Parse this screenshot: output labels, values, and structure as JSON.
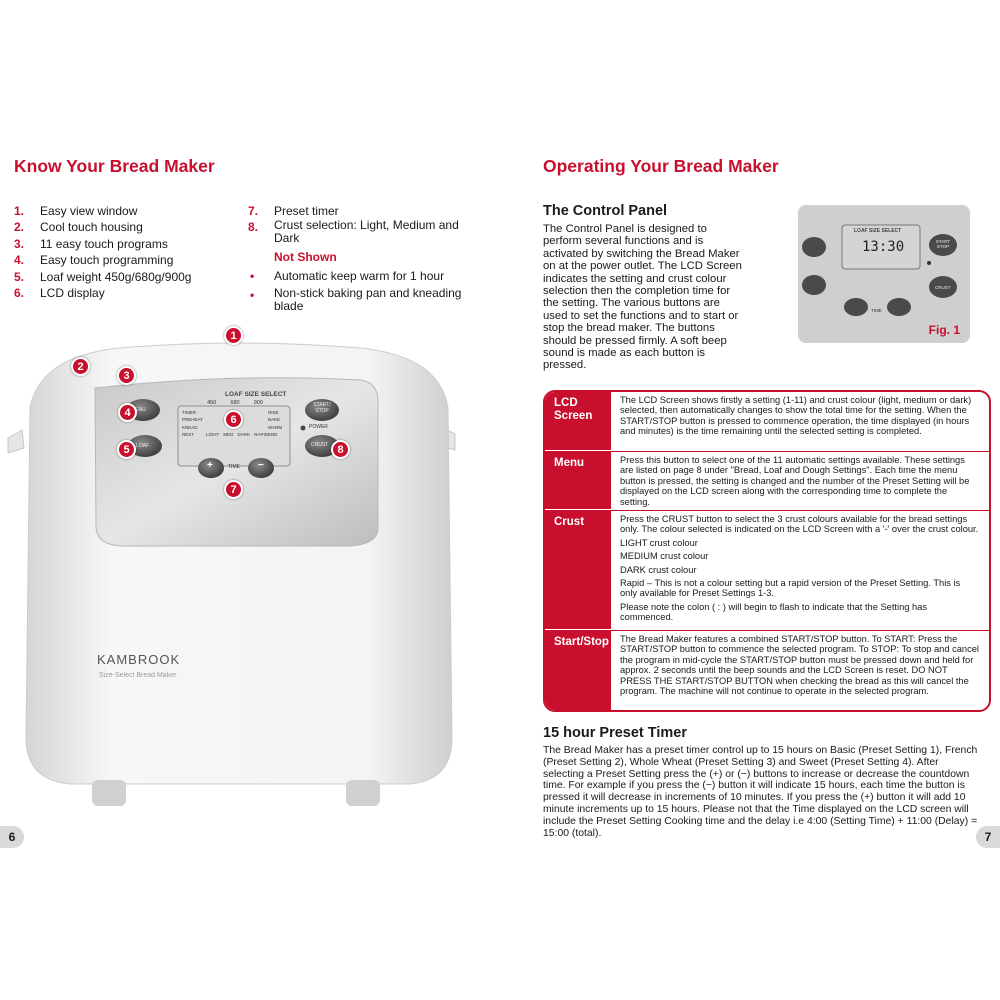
{
  "left_page": {
    "heading": "Know Your Bread Maker",
    "features_col1": [
      {
        "num": "1.",
        "text": "Easy view window"
      },
      {
        "num": "2.",
        "text": "Cool touch housing"
      },
      {
        "num": "3.",
        "text": "11 easy touch programs"
      },
      {
        "num": "4.",
        "text": "Easy touch programming"
      },
      {
        "num": "5.",
        "text": "Loaf weight 450g/680g/900g"
      },
      {
        "num": "6.",
        "text": "LCD display"
      }
    ],
    "features_col2": [
      {
        "num": "7.",
        "text": "Preset timer"
      },
      {
        "num": "8.",
        "text": "Crust selection: Light, Medium and Dark"
      }
    ],
    "not_shown_heading": "Not Shown",
    "not_shown": [
      {
        "bullet": "•",
        "text": "Automatic keep warm for 1 hour"
      },
      {
        "bullet": "•",
        "text": "Non-stick baking pan and kneading blade"
      }
    ],
    "machine": {
      "brand": "KAMBROOK",
      "model": "Size-Select Bread Maker",
      "panel_title": "LOAF SIZE SELECT",
      "sizes": [
        "450",
        "680",
        "900"
      ],
      "menu_btn": "MENU",
      "loaf_btn": "LOAF",
      "start_btn": "START/ STOP",
      "crust_btn": "CRUST",
      "power_label": "POWER",
      "time_label": "TIME",
      "plus": "+",
      "minus": "−",
      "lcd_left": [
        "TIMER",
        "PREHEAT",
        "KNEAD",
        "REST"
      ],
      "lcd_right": [
        "RISE",
        "BAKE",
        "WARM",
        "END"
      ],
      "lcd_bottom": [
        "LIGHT",
        "MED",
        "DARK",
        "RAPID"
      ],
      "callouts": [
        "1",
        "2",
        "3",
        "4",
        "5",
        "6",
        "7",
        "8"
      ]
    },
    "page_number": "6"
  },
  "right_page": {
    "heading": "Operating Your Bread Maker",
    "control_panel_heading": "The Control Panel",
    "control_panel_text": "The Control Panel is designed to perform several functions and is activated by switching the Bread Maker on at the power outlet. The LCD Screen indicates the setting and crust colour selection then the completion time for the setting. The various buttons are used to set the functions and to start or stop the bread maker. The buttons should be pressed firmly. A soft beep sound is made as each button is pressed.",
    "figure": {
      "caption": "Fig. 1",
      "panel_title": "LOAF SIZE SELECT",
      "lcd_time": "13:30",
      "start_btn": "START STOP",
      "crust_btn": "CRUST",
      "time_label": "TIME"
    },
    "table": [
      {
        "label": "LCD Screen",
        "paragraphs": [
          "The LCD Screen shows firstly a setting (1-11) and crust colour (light, medium or dark) selected, then automatically changes to show the total time for the setting. When the START/STOP button is pressed to commence operation, the time displayed (in hours and minutes) is the time remaining until the selected setting is completed."
        ]
      },
      {
        "label": "Menu",
        "paragraphs": [
          "Press this button to select one of the 11 automatic settings available. These settings are listed on page 8 under \"Bread, Loaf and Dough Settings\". Each time the menu button is pressed, the setting is changed and the number of the Preset Setting will be displayed on the LCD screen along with the corresponding time to complete the setting."
        ]
      },
      {
        "label": "Crust",
        "paragraphs": [
          "Press the CRUST button to select the 3 crust colours available for the bread settings only. The colour selected is indicated on the LCD Screen with a '-' over the crust colour.",
          "LIGHT crust colour",
          "MEDIUM crust colour",
          "DARK crust colour",
          "Rapid – This is not a colour setting but a rapid version of the Preset Setting. This is only available for Preset Settings 1-3.",
          "Please note the colon ( : ) will begin to flash to indicate that the Setting has commenced."
        ]
      },
      {
        "label": "Start/Stop",
        "paragraphs": [
          "The Bread Maker features a combined START/STOP button. To START: Press the START/STOP button to commence the selected program. To STOP: To stop and cancel the program in mid-cycle the START/STOP button must be pressed down and held for approx. 2 seconds until the beep sounds and the LCD Screen is reset. DO NOT PRESS THE START/STOP BUTTON when checking the bread as this will cancel the program. The machine will not continue to operate in the selected program."
        ]
      }
    ],
    "preset_heading": "15 hour Preset Timer",
    "preset_text": "The Bread Maker has a preset timer control up to 15 hours on Basic (Preset Setting 1), French (Preset Setting 2), Whole Wheat (Preset Setting 3) and Sweet (Preset Setting 4). After selecting a Preset Setting press the (+) or (−) buttons to increase or decrease the countdown time. For example if you press the (−) button it will indicate 15 hours, each time the button is pressed it will decrease in increments of 10 minutes. If you press the (+) button it will add 10 minute increments up to 15 hours. Please not that the Time displayed on the LCD screen will include the Preset Setting Cooking time and the delay i.e 4:00 (Setting Time) + 11:00 (Delay) = 15:00 (total).",
    "page_number": "7"
  }
}
